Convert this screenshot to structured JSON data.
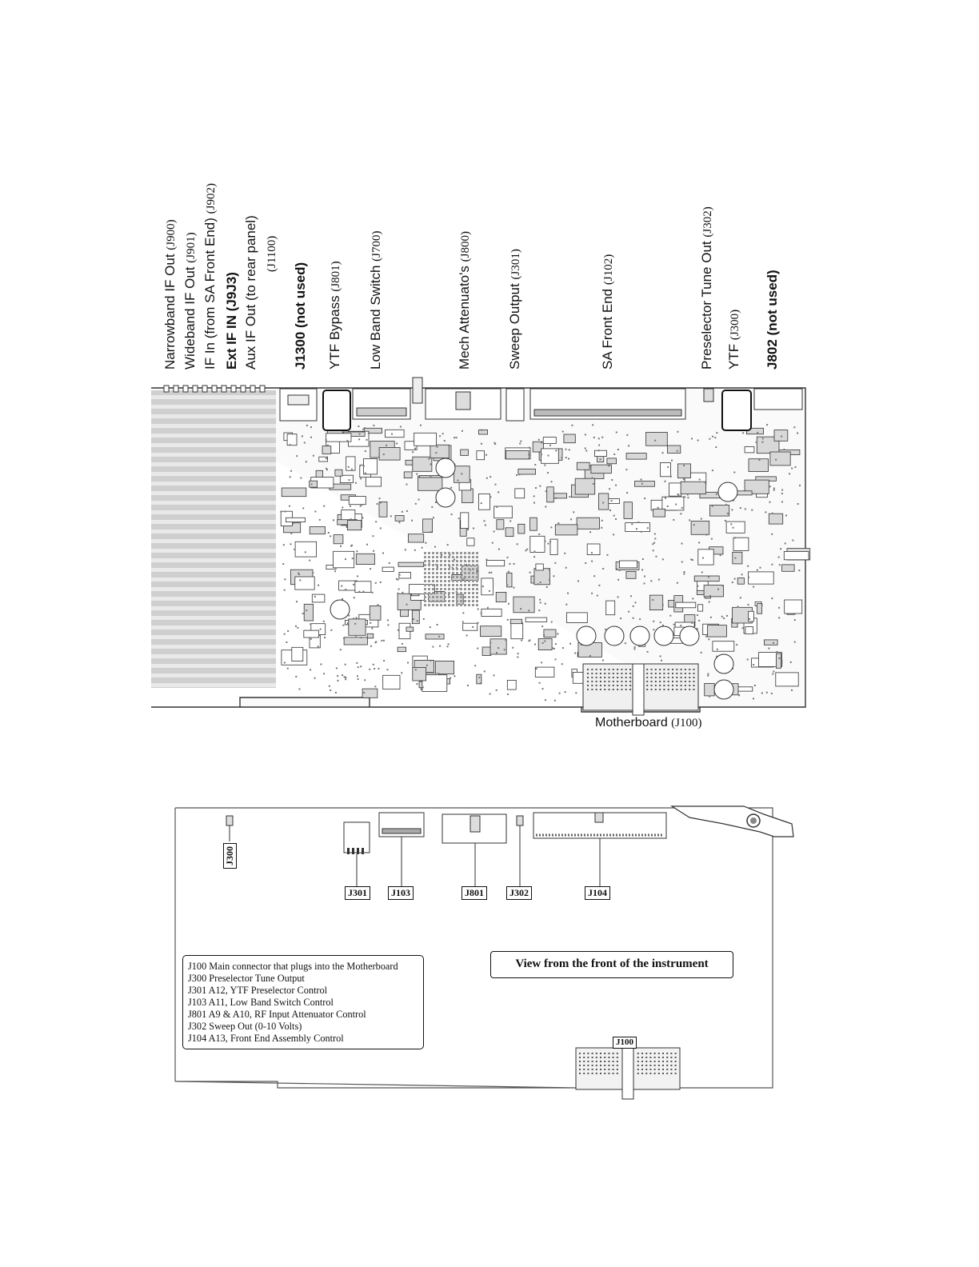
{
  "top_board": {
    "labels": [
      {
        "name": "Narrowband IF Out",
        "ref": "(J900)",
        "bold": false
      },
      {
        "name": "Wideband IF Out",
        "ref": "(J901)",
        "bold": false
      },
      {
        "name": "IF In (from SA Front End)",
        "ref": "(J902)",
        "bold": false
      },
      {
        "name": "Ext IF IN (J9J3)",
        "ref": "",
        "bold": true
      },
      {
        "name": "Aux IF Out (to rear panel)",
        "ref": "",
        "bold": false
      },
      {
        "name": "",
        "ref": "(J1100)",
        "bold": false
      },
      {
        "name": "J1300 (not used)",
        "ref": "",
        "bold": true
      },
      {
        "name": "YTF Bypass",
        "ref": "(J801)",
        "bold": false
      },
      {
        "name": "Low Band Switch",
        "ref": "(J700)",
        "bold": false
      },
      {
        "name": "Mech Attenuato's",
        "ref": "(J800)",
        "bold": false
      },
      {
        "name": "Sweep Output",
        "ref": "(J301)",
        "bold": false
      },
      {
        "name": "SA Front End",
        "ref": "(J102)",
        "bold": false
      },
      {
        "name": "Preselector Tune Out",
        "ref": "(J302)",
        "bold": false
      },
      {
        "name": "YTF",
        "ref": "(J300)",
        "bold": false
      },
      {
        "name": "J802 (not used)",
        "ref": "",
        "bold": true
      }
    ],
    "motherboard": {
      "name": "Motherboard",
      "ref": "(J100)"
    }
  },
  "bottom_board": {
    "connectors": {
      "j300": "J300",
      "j301": "J301",
      "j103": "J103",
      "j801": "J801",
      "j302": "J302",
      "j104": "J104",
      "j100": "J100"
    },
    "legend": [
      "J100 Main connector that plugs into the Motherboard",
      "J300 Preselector Tune Output",
      "J301 A12, YTF Preselector Control",
      "J103 A11, Low Band Switch Control",
      "J801 A9 & A10, RF Input Attenuator Control",
      "J302 Sweep Out (0-10 Volts)",
      "J104 A13, Front End Assembly Control"
    ],
    "view_note": "View from the front of the instrument"
  }
}
